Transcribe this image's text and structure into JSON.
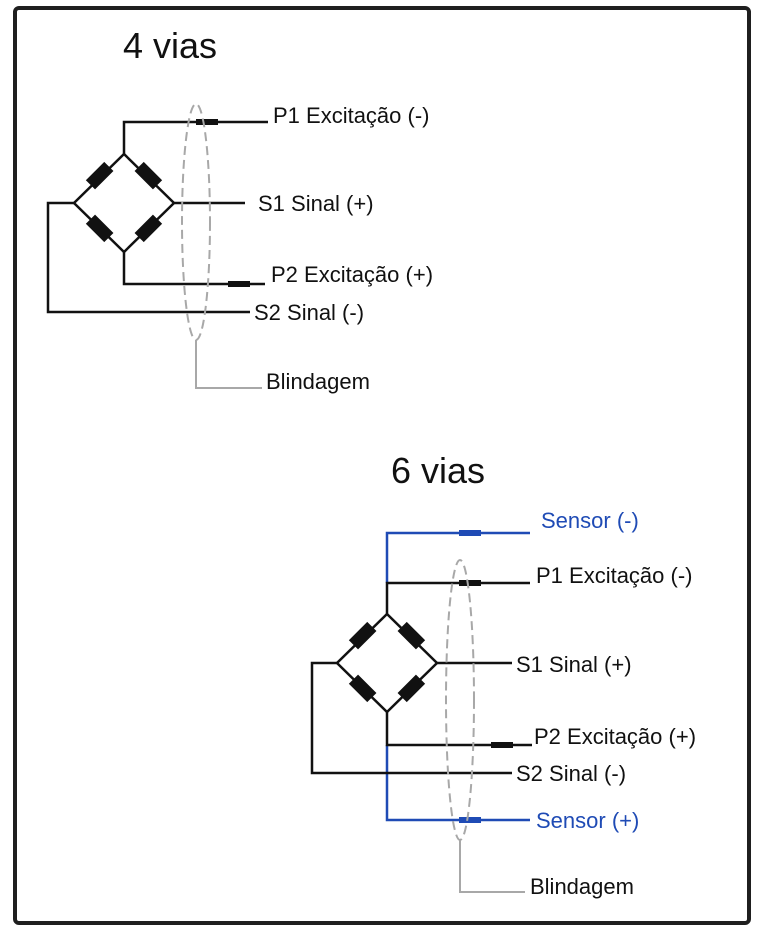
{
  "four_wire": {
    "title": "4 vias",
    "p1": "P1 Excitação (-)",
    "s1": "S1 Sinal (+)",
    "p2": "P2 Excitação (+)",
    "s2": "S2 Sinal (-)",
    "shield": "Blindagem"
  },
  "six_wire": {
    "title": "6 vias",
    "sensor_neg": "Sensor (-)",
    "p1": "P1 Excitação (-)",
    "s1": "S1 Sinal (+)",
    "p2": "P2 Excitação (+)",
    "s2": "S2 Sinal (-)",
    "sensor_pos": "Sensor (+)",
    "shield": "Blindagem"
  },
  "colors": {
    "wire": "#111111",
    "sense_wire": "#1f4bb5",
    "shield": "#a8a8a8"
  }
}
